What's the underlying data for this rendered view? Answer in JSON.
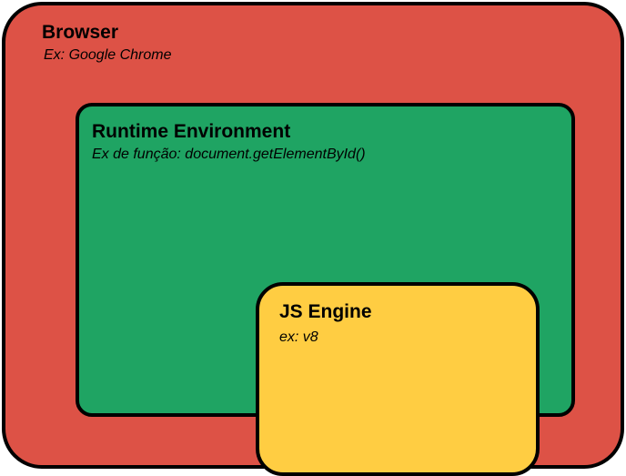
{
  "diagram": {
    "browser": {
      "title": "Browser",
      "subtitle": "Ex: Google Chrome",
      "color": "#DD5246"
    },
    "runtime": {
      "title": "Runtime Environment",
      "subtitle": "Ex de função: document.getElementById()",
      "color": "#1FA463"
    },
    "engine": {
      "title": "JS Engine",
      "subtitle": "ex: v8",
      "color": "#FFCD42"
    }
  }
}
